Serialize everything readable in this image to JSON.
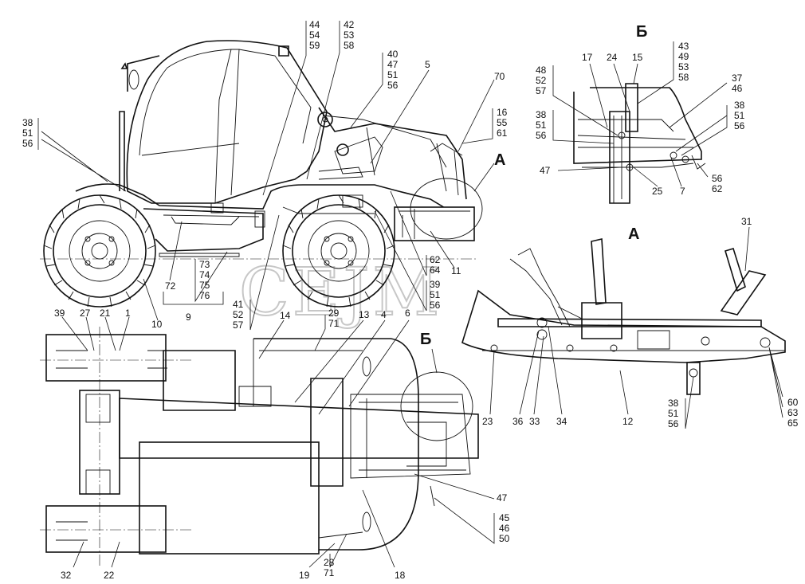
{
  "views": {
    "b": "Б",
    "a": "А",
    "a_callout": "А",
    "b_callout": "Б"
  },
  "watermark": "CEJM",
  "labels_side": {
    "l38": "38",
    "l51": "51",
    "l56": "56",
    "l44": "44",
    "l54": "54",
    "l59": "59",
    "l42": "42",
    "l53": "53",
    "l58": "58",
    "l40": "40",
    "l47": "47",
    "l51b": "51",
    "l56b": "56",
    "l5": "5",
    "l70": "70",
    "l16": "16",
    "l55": "55",
    "l61": "61",
    "l62": "62",
    "l64": "64",
    "l11": "11",
    "l39": "39",
    "l51c": "51",
    "l56c": "56",
    "l73": "73",
    "l74": "74",
    "l75": "75",
    "l76": "76",
    "l72": "72",
    "l10": "10",
    "l9": "9",
    "l41": "41",
    "l52": "52",
    "l57": "57"
  },
  "labels_top": {
    "l39": "39",
    "l27": "27",
    "l21": "21",
    "l1": "1",
    "l14": "14",
    "l29": "29",
    "l71": "71",
    "l13": "13",
    "l4": "4",
    "l6": "6",
    "l47": "47",
    "l45": "45",
    "l46": "46",
    "l50": "50",
    "l32": "32",
    "l22": "22",
    "l19": "19",
    "l28": "28",
    "l71b": "71",
    "l18": "18"
  },
  "labels_b": {
    "l17": "17",
    "l24": "24",
    "l15": "15",
    "l43": "43",
    "l49": "49",
    "l53": "53",
    "l58": "58",
    "l48": "48",
    "l52": "52",
    "l57": "57",
    "l37": "37",
    "l46": "46",
    "l38": "38",
    "l51": "51",
    "l56": "56",
    "l38b": "38",
    "l51b": "51",
    "l56b": "56",
    "l47": "47",
    "l25": "25",
    "l7": "7",
    "l56c": "56",
    "l62": "62"
  },
  "labels_a": {
    "l31": "31",
    "l23": "23",
    "l36": "36",
    "l33": "33",
    "l34": "34",
    "l12": "12",
    "l38": "38",
    "l51": "51",
    "l56": "56",
    "l60": "60",
    "l63": "63",
    "l65": "65"
  }
}
